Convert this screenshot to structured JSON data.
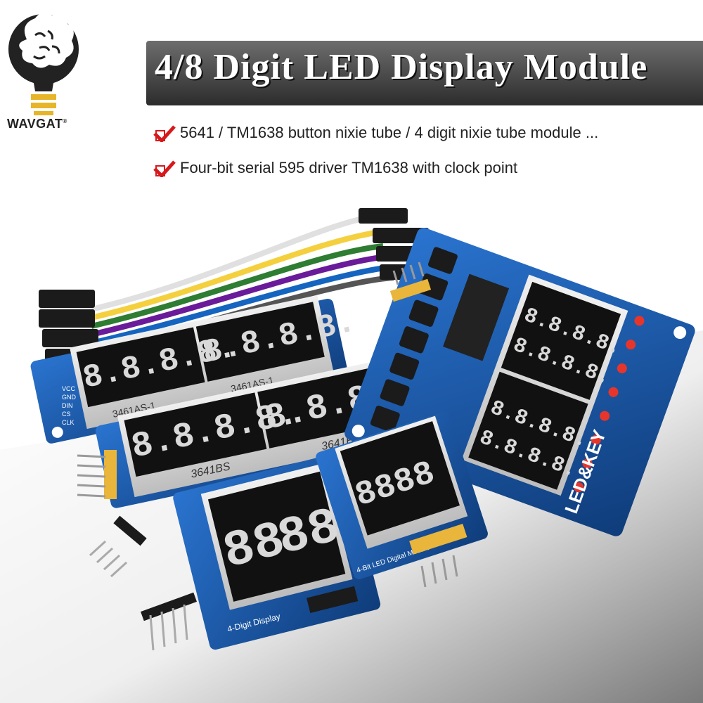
{
  "brand": {
    "name": "WAVGAT",
    "mark": "®"
  },
  "title": "4/8 Digit LED Display Module",
  "features": [
    "5641 / TM1638 button nixie tube / 4 digit nixie tube module ...",
    "Four-bit serial 595 driver TM1638 with clock point"
  ],
  "modules": {
    "module_a_label": "3461AS-1",
    "module_b_label": "3641BS",
    "module_c_label": "4-Digit Display",
    "module_d_label": "4-Bit LED Digital Module",
    "module_e_label": "LED&KEY",
    "pins_a": [
      "VCC",
      "GND",
      "DIN",
      "CS",
      "CLK"
    ]
  },
  "colors": {
    "pcb": "#1a5fb4",
    "pcb_dark": "#0f3c7a",
    "led_red": "#e8352b",
    "check": "#d7191c",
    "banner": "#3a3a3a"
  }
}
